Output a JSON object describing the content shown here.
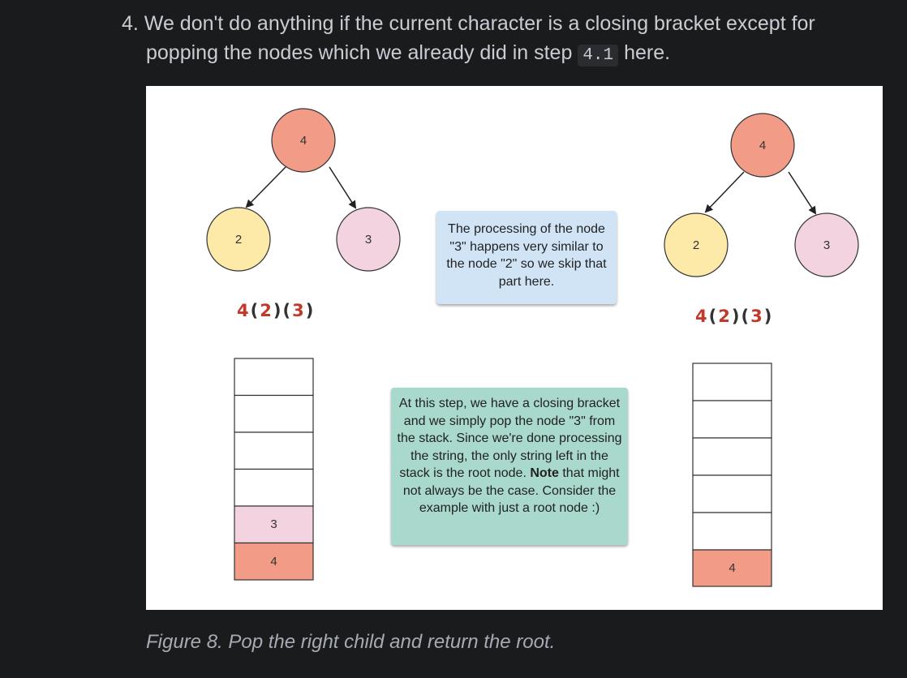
{
  "step": {
    "line1": "4. We don't do anything if the current character is a closing bracket except for",
    "line2_before": "popping the nodes which we already did in step",
    "code": "4.1",
    "line2_after": "here."
  },
  "figure": {
    "left_tree": {
      "root": "4",
      "left": "2",
      "right": "3"
    },
    "right_tree": {
      "root": "4",
      "left": "2",
      "right": "3"
    },
    "left_expr": {
      "c0": "4",
      "c1": "(",
      "c2": "2",
      "c3": ")",
      "c4": "(",
      "c5": "3",
      "c6": ")"
    },
    "right_expr": {
      "c0": "4",
      "c1": "(",
      "c2": "2",
      "c3": ")",
      "c4": "(",
      "c5": "3",
      "c6": ")"
    },
    "left_stack": [
      "",
      "",
      "",
      "",
      "3",
      "4"
    ],
    "right_stack": [
      "",
      "",
      "",
      "",
      "",
      "4"
    ],
    "note_blue": "The processing of the node \"3\" happens very similar to the node \"2\" so we skip that part here.",
    "note_green": {
      "part1": "At this step, we have a closing bracket and we simply pop the node \"3\" from the stack. Since we're done processing the string, the only string left in the stack is the root node.",
      "bold": "Note",
      "part2": "that might not always be the case. Consider the example with just a root node :)"
    },
    "colors": {
      "root_fill": "#f29b86",
      "left_fill": "#fde9a8",
      "right_fill": "#f3d3e0",
      "blue_note": "#d0e4f6",
      "green_note": "#a9d8cc",
      "expr_color": "#c0392b"
    }
  },
  "caption": "Figure 8. Pop the right child and return the root."
}
